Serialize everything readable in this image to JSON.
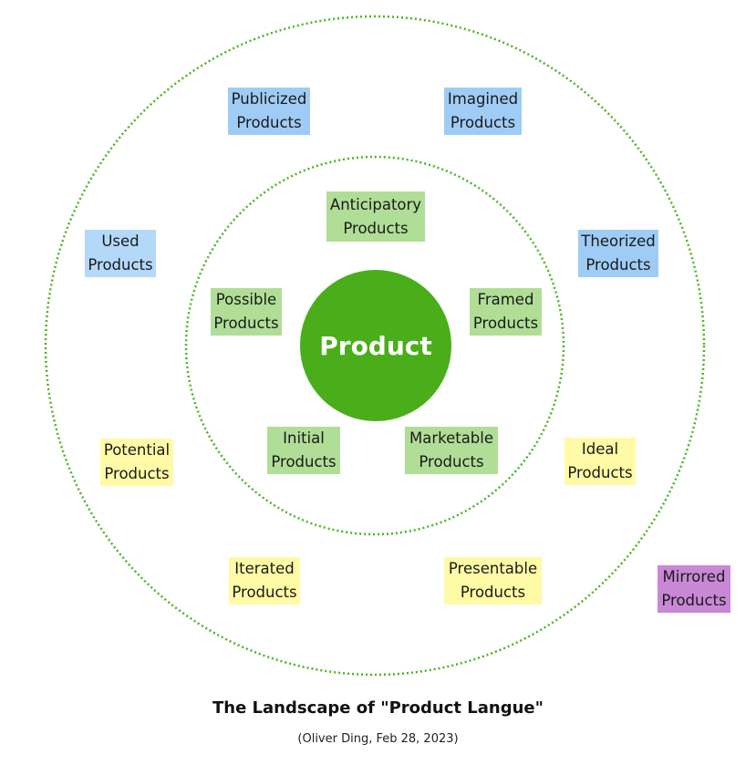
{
  "center": {
    "label": "Product",
    "color": "#49ae1a"
  },
  "ring_color": "#4ab51e",
  "inner_ring": [
    {
      "label": "Anticipatory\nProducts",
      "color": "#b0de97"
    },
    {
      "label": "Possible\nProducts",
      "color": "#b0de97"
    },
    {
      "label": "Framed\nProducts",
      "color": "#b0de97"
    },
    {
      "label": "Initial\nProducts",
      "color": "#b0de97"
    },
    {
      "label": "Marketable\nProducts",
      "color": "#b0de97"
    }
  ],
  "outer_ring": [
    {
      "label": "Publicized\nProducts",
      "color": "#9fccf5"
    },
    {
      "label": "Imagined\nProducts",
      "color": "#9fccf5"
    },
    {
      "label": "Used\nProducts",
      "color": "#9fccf5"
    },
    {
      "label": "Theorized\nProducts",
      "color": "#9fccf5"
    },
    {
      "label": "Potential\nProducts",
      "color": "#fffaa6"
    },
    {
      "label": "Ideal\nProducts",
      "color": "#fffaa6"
    },
    {
      "label": "Iterated\nProducts",
      "color": "#fffaa6"
    },
    {
      "label": "Presentable\nProducts",
      "color": "#fffaa6"
    }
  ],
  "outside": [
    {
      "label": "Mirrored\nProducts",
      "color": "#c988d6"
    }
  ],
  "title": "The Landscape of \"Product Langue\"",
  "subtitle": "(Oliver Ding, Feb 28, 2023)"
}
